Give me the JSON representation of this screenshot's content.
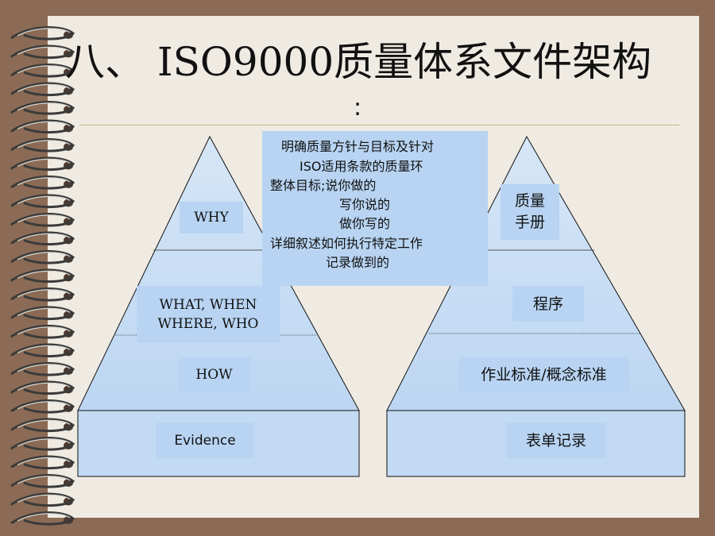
{
  "title": "八、 ISO9000质量体系文件架构",
  "title_colon": ":",
  "left_pyramid": {
    "levels": [
      "WHY",
      "WHAT, WHEN",
      "WHERE, WHO",
      "HOW",
      "Evidence"
    ]
  },
  "center_text": {
    "lines": [
      "明确质量方针与目标及针对",
      "ISO适用条款的质量环",
      "整体目标;说你做的",
      "写你说的",
      "做你写的",
      "详细叙述如何执行特定工作",
      "记录做到的"
    ]
  },
  "right_pyramid": {
    "levels": [
      "质量",
      "手册",
      "程序",
      "作业标准/概念标准",
      "表单记录"
    ]
  },
  "colors": {
    "background": "#8b6b55",
    "slide": "#efebe3",
    "label_fill": "#b8d4f2",
    "pyramid_fill": "#c2daf3"
  }
}
